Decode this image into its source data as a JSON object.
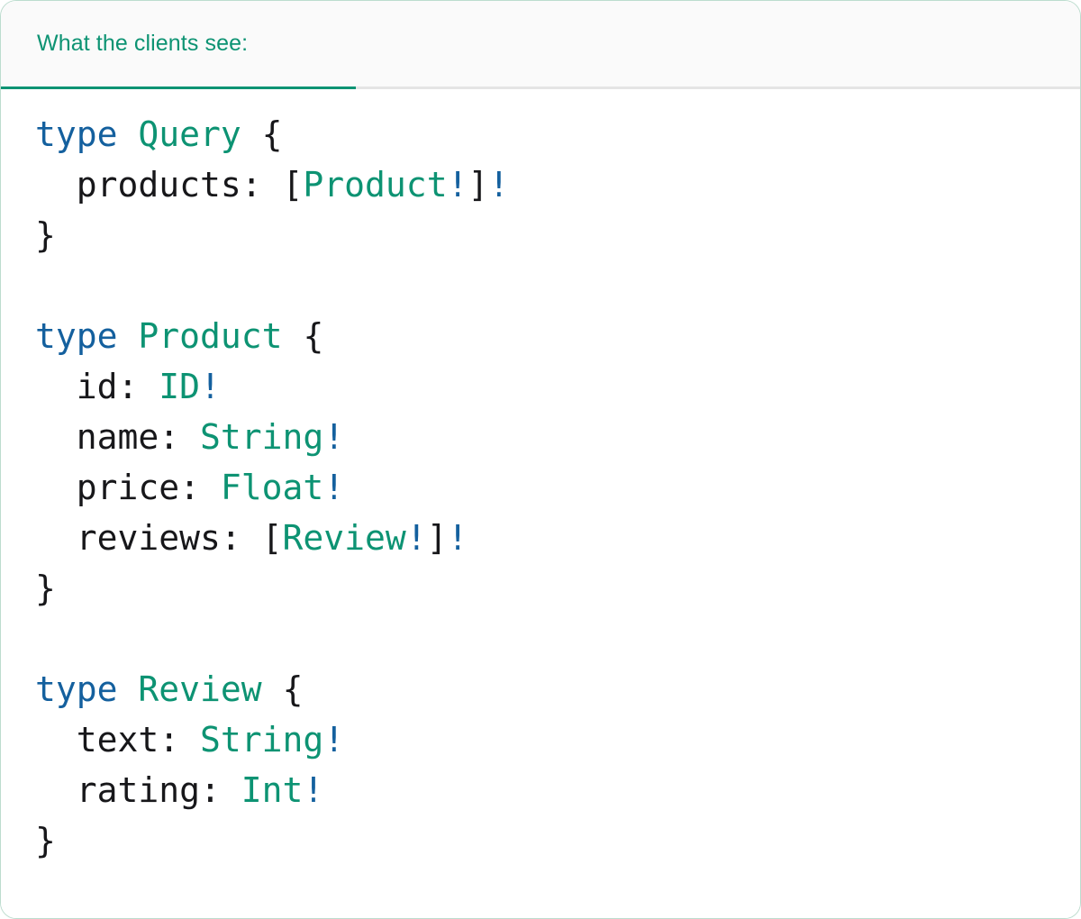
{
  "card": {
    "border_color": "#bcdcce",
    "background": "#ffffff"
  },
  "header": {
    "tab_label": "What the clients see:",
    "accent_color": "#0d9373",
    "background": "#fafafa",
    "divider_color": "#e4e4e4",
    "active": true
  },
  "code": {
    "language": "graphql",
    "colors": {
      "keyword": "#14609e",
      "type": "#0d9373",
      "punctuation": "#17171a",
      "field": "#17171a",
      "non_null_bang": "#14609e"
    },
    "lines": [
      {
        "tokens": [
          {
            "t": "type",
            "c": "kw"
          },
          {
            "t": " ",
            "c": "punc"
          },
          {
            "t": "Query",
            "c": "type"
          },
          {
            "t": " {",
            "c": "punc"
          }
        ]
      },
      {
        "tokens": [
          {
            "t": "  products",
            "c": "field"
          },
          {
            "t": ": [",
            "c": "punc"
          },
          {
            "t": "Product",
            "c": "type"
          },
          {
            "t": "!",
            "c": "bang"
          },
          {
            "t": "]",
            "c": "punc"
          },
          {
            "t": "!",
            "c": "bang"
          }
        ]
      },
      {
        "tokens": [
          {
            "t": "}",
            "c": "punc"
          }
        ]
      },
      {
        "tokens": []
      },
      {
        "tokens": [
          {
            "t": "type",
            "c": "kw"
          },
          {
            "t": " ",
            "c": "punc"
          },
          {
            "t": "Product",
            "c": "type"
          },
          {
            "t": " {",
            "c": "punc"
          }
        ]
      },
      {
        "tokens": [
          {
            "t": "  id",
            "c": "field"
          },
          {
            "t": ": ",
            "c": "punc"
          },
          {
            "t": "ID",
            "c": "type"
          },
          {
            "t": "!",
            "c": "bang"
          }
        ]
      },
      {
        "tokens": [
          {
            "t": "  name",
            "c": "field"
          },
          {
            "t": ": ",
            "c": "punc"
          },
          {
            "t": "String",
            "c": "type"
          },
          {
            "t": "!",
            "c": "bang"
          }
        ]
      },
      {
        "tokens": [
          {
            "t": "  price",
            "c": "field"
          },
          {
            "t": ": ",
            "c": "punc"
          },
          {
            "t": "Float",
            "c": "type"
          },
          {
            "t": "!",
            "c": "bang"
          }
        ]
      },
      {
        "tokens": [
          {
            "t": "  reviews",
            "c": "field"
          },
          {
            "t": ": [",
            "c": "punc"
          },
          {
            "t": "Review",
            "c": "type"
          },
          {
            "t": "!",
            "c": "bang"
          },
          {
            "t": "]",
            "c": "punc"
          },
          {
            "t": "!",
            "c": "bang"
          }
        ]
      },
      {
        "tokens": [
          {
            "t": "}",
            "c": "punc"
          }
        ]
      },
      {
        "tokens": []
      },
      {
        "tokens": [
          {
            "t": "type",
            "c": "kw"
          },
          {
            "t": " ",
            "c": "punc"
          },
          {
            "t": "Review",
            "c": "type"
          },
          {
            "t": " {",
            "c": "punc"
          }
        ]
      },
      {
        "tokens": [
          {
            "t": "  text",
            "c": "field"
          },
          {
            "t": ": ",
            "c": "punc"
          },
          {
            "t": "String",
            "c": "type"
          },
          {
            "t": "!",
            "c": "bang"
          }
        ]
      },
      {
        "tokens": [
          {
            "t": "  rating",
            "c": "field"
          },
          {
            "t": ": ",
            "c": "punc"
          },
          {
            "t": "Int",
            "c": "type"
          },
          {
            "t": "!",
            "c": "bang"
          }
        ]
      },
      {
        "tokens": [
          {
            "t": "}",
            "c": "punc"
          }
        ]
      }
    ]
  }
}
